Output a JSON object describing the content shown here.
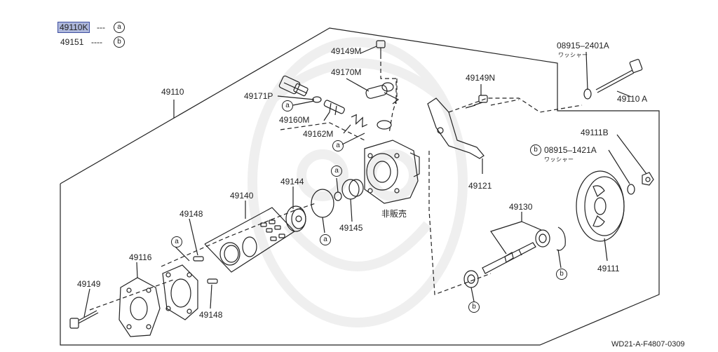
{
  "legend": {
    "row1_part": "49110K",
    "row1_dash": "---",
    "row1_key": "a",
    "row2_part": "49151",
    "row2_dash": "----",
    "row2_key": "b"
  },
  "labels": {
    "p49110": "49110",
    "p49171P": "49171P",
    "p49160M": "49160M",
    "p49162M": "49162M",
    "p49149M": "49149M",
    "p49170M": "49170M",
    "p49149N": "49149N",
    "p08915_2401A": "08915–2401A",
    "washer1": "ワッシャー",
    "p49110A": "49110 A",
    "p49111B": "49111B",
    "p08915_1421A": "08915–1421A",
    "washer2": "ワッシャー",
    "p49121": "49121",
    "not_sold": "非販売",
    "p49144": "49144",
    "p49140": "49140",
    "p49145": "49145",
    "p49148a": "49148",
    "p49148b": "49148",
    "p49116": "49116",
    "p49149": "49149",
    "p49130": "49130",
    "p49111": "49111",
    "ref_code": "WD21-A-F4807-0309"
  },
  "callouts": {
    "a": "a",
    "b": "b"
  },
  "colors": {
    "line": "#222222",
    "highlight_bg": "#aeb8dc",
    "highlight_border": "#3d4ea0"
  }
}
